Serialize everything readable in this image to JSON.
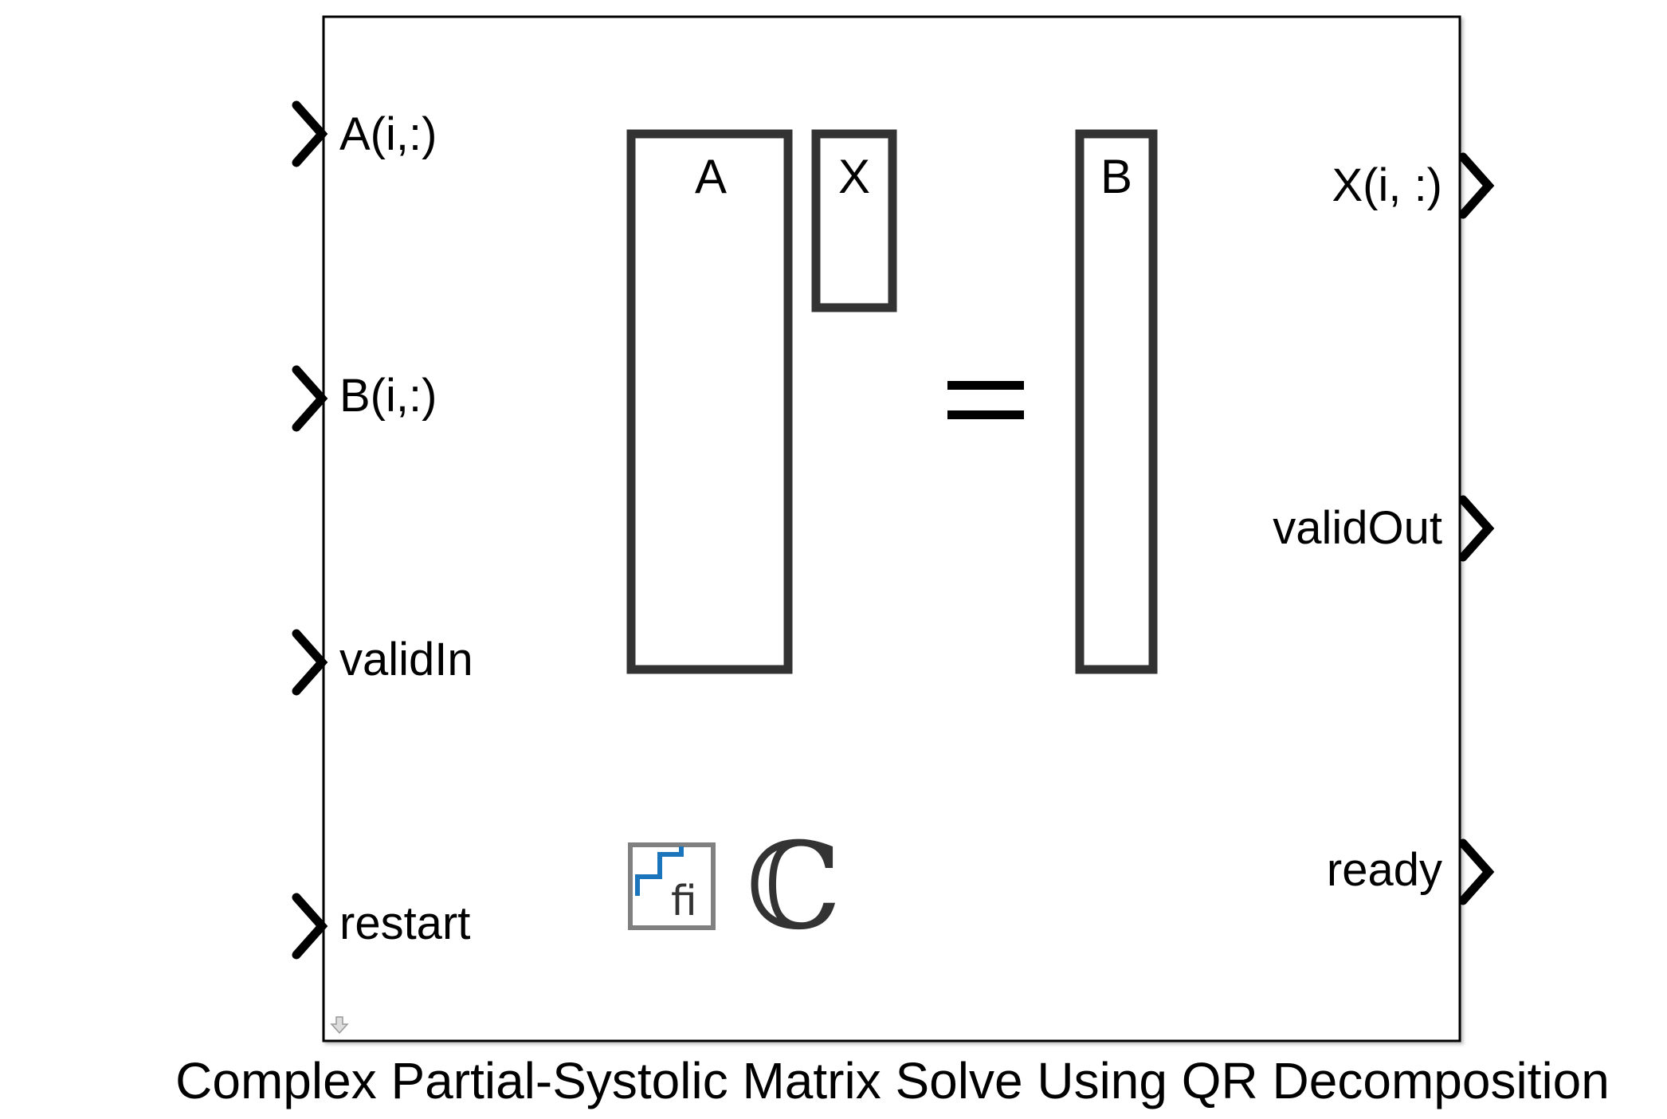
{
  "block": {
    "caption": "Complex Partial-Systolic Matrix Solve Using QR Decomposition",
    "inputs": [
      "A(i,:)",
      "B(i,:)",
      "validIn",
      "restart"
    ],
    "outputs": [
      "X(i, :)",
      "validOut",
      "ready"
    ],
    "matrix_labels": {
      "a": "A",
      "x": "X",
      "b": "B"
    },
    "complex_symbol": "ℂ",
    "fixed_point_icon_text": "fi"
  },
  "colors": {
    "border": "#000000",
    "matrix": "#333333",
    "fi_blue": "#1a75bc",
    "fi_frame": "#808080"
  }
}
